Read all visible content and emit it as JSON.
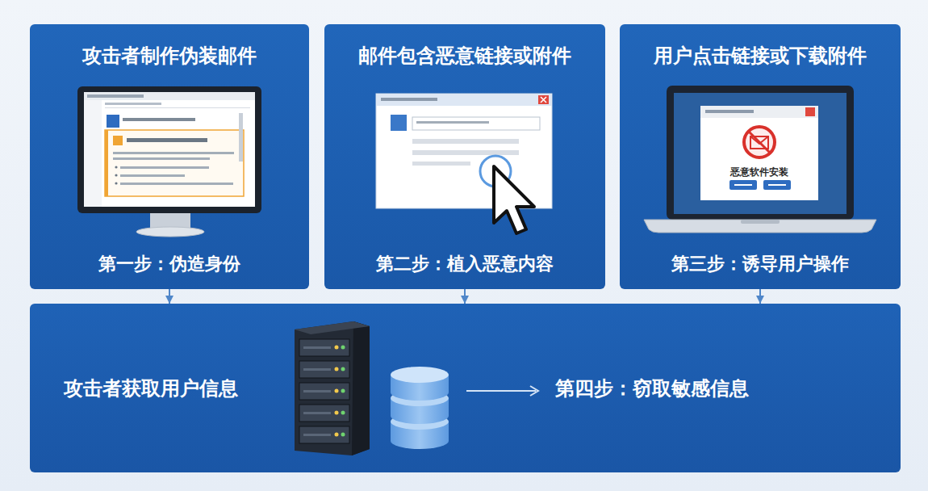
{
  "diagram": {
    "nodes": [
      {
        "text": [
          "攻击者制作伪装邮件",
          "第一步：伪造身份"
        ]
      },
      {
        "text": [
          "邮件包含恶意链接或附件",
          "第二步：植入恶意内容"
        ]
      },
      {
        "text": [
          "用户点击链接或下载附件",
          "第三步：诱导用户操作"
        ]
      },
      {
        "text": [
          "攻击者获取用户信息",
          "第四步：窃取敏感信息"
        ]
      }
    ],
    "edges": [
      {
        "from": 0,
        "to": 3,
        "arrow": "to"
      },
      {
        "from": 1,
        "to": 3,
        "arrow": "to"
      },
      {
        "from": 2,
        "to": 3,
        "arrow": "to"
      }
    ],
    "labels": [
      "恶意软件安装"
    ]
  }
}
